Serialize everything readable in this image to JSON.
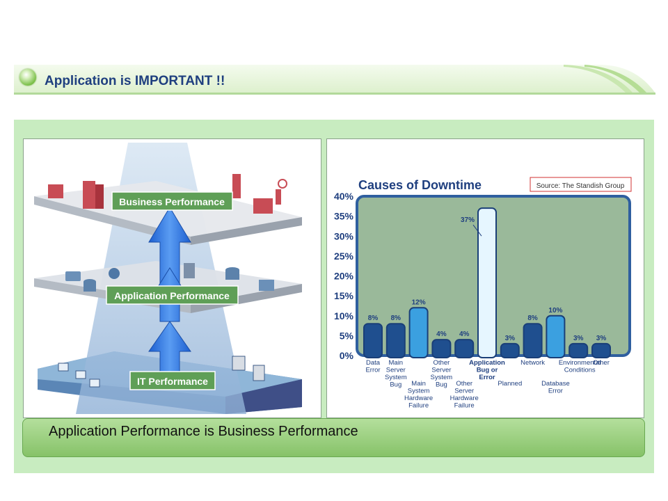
{
  "header": {
    "title": "Application is IMPORTANT !!",
    "accent_color": "#7cc04a",
    "title_color": "#1f3f7f"
  },
  "left_diagram": {
    "labels": {
      "business": "Business Performance",
      "application": "Application Performance",
      "it": "IT Performance"
    },
    "label_color": "#5f9f57",
    "icons": [
      "buildings-icon",
      "factory-icon",
      "server-icon",
      "database-icon",
      "computer-icon",
      "globe-icon"
    ]
  },
  "chart_data": {
    "type": "bar",
    "title": "Causes of Downtime",
    "source": "Source: The Standish Group",
    "categories": [
      "Data Error",
      "Main Server System Bug",
      "Main System Hardware Failure",
      "Other Server System Bug",
      "Other Server Hardware Failure",
      "Application Bug or Error",
      "Planned",
      "Network",
      "Database Error",
      "Environmental Conditions",
      "Other"
    ],
    "values": [
      8,
      8,
      12,
      4,
      4,
      37,
      3,
      8,
      10,
      3,
      3
    ],
    "value_labels": [
      "8%",
      "8%",
      "12%",
      "4%",
      "4%",
      "37%",
      "3%",
      "8%",
      "10%",
      "3%",
      "3%"
    ],
    "yticks": [
      "0%",
      "5%",
      "10%",
      "15%",
      "20%",
      "25%",
      "30%",
      "35%",
      "40%"
    ],
    "ylim": [
      0,
      40
    ],
    "grid": false,
    "colors": {
      "plot_background": "#9ab99a",
      "bar_dark": "#1f4f8f",
      "bar_light": "#3ba0e0",
      "bar_highlight": "#e6f6ff",
      "text": "#1f3f7f"
    }
  },
  "caption": {
    "text": "Application Performance is Business Performance"
  }
}
